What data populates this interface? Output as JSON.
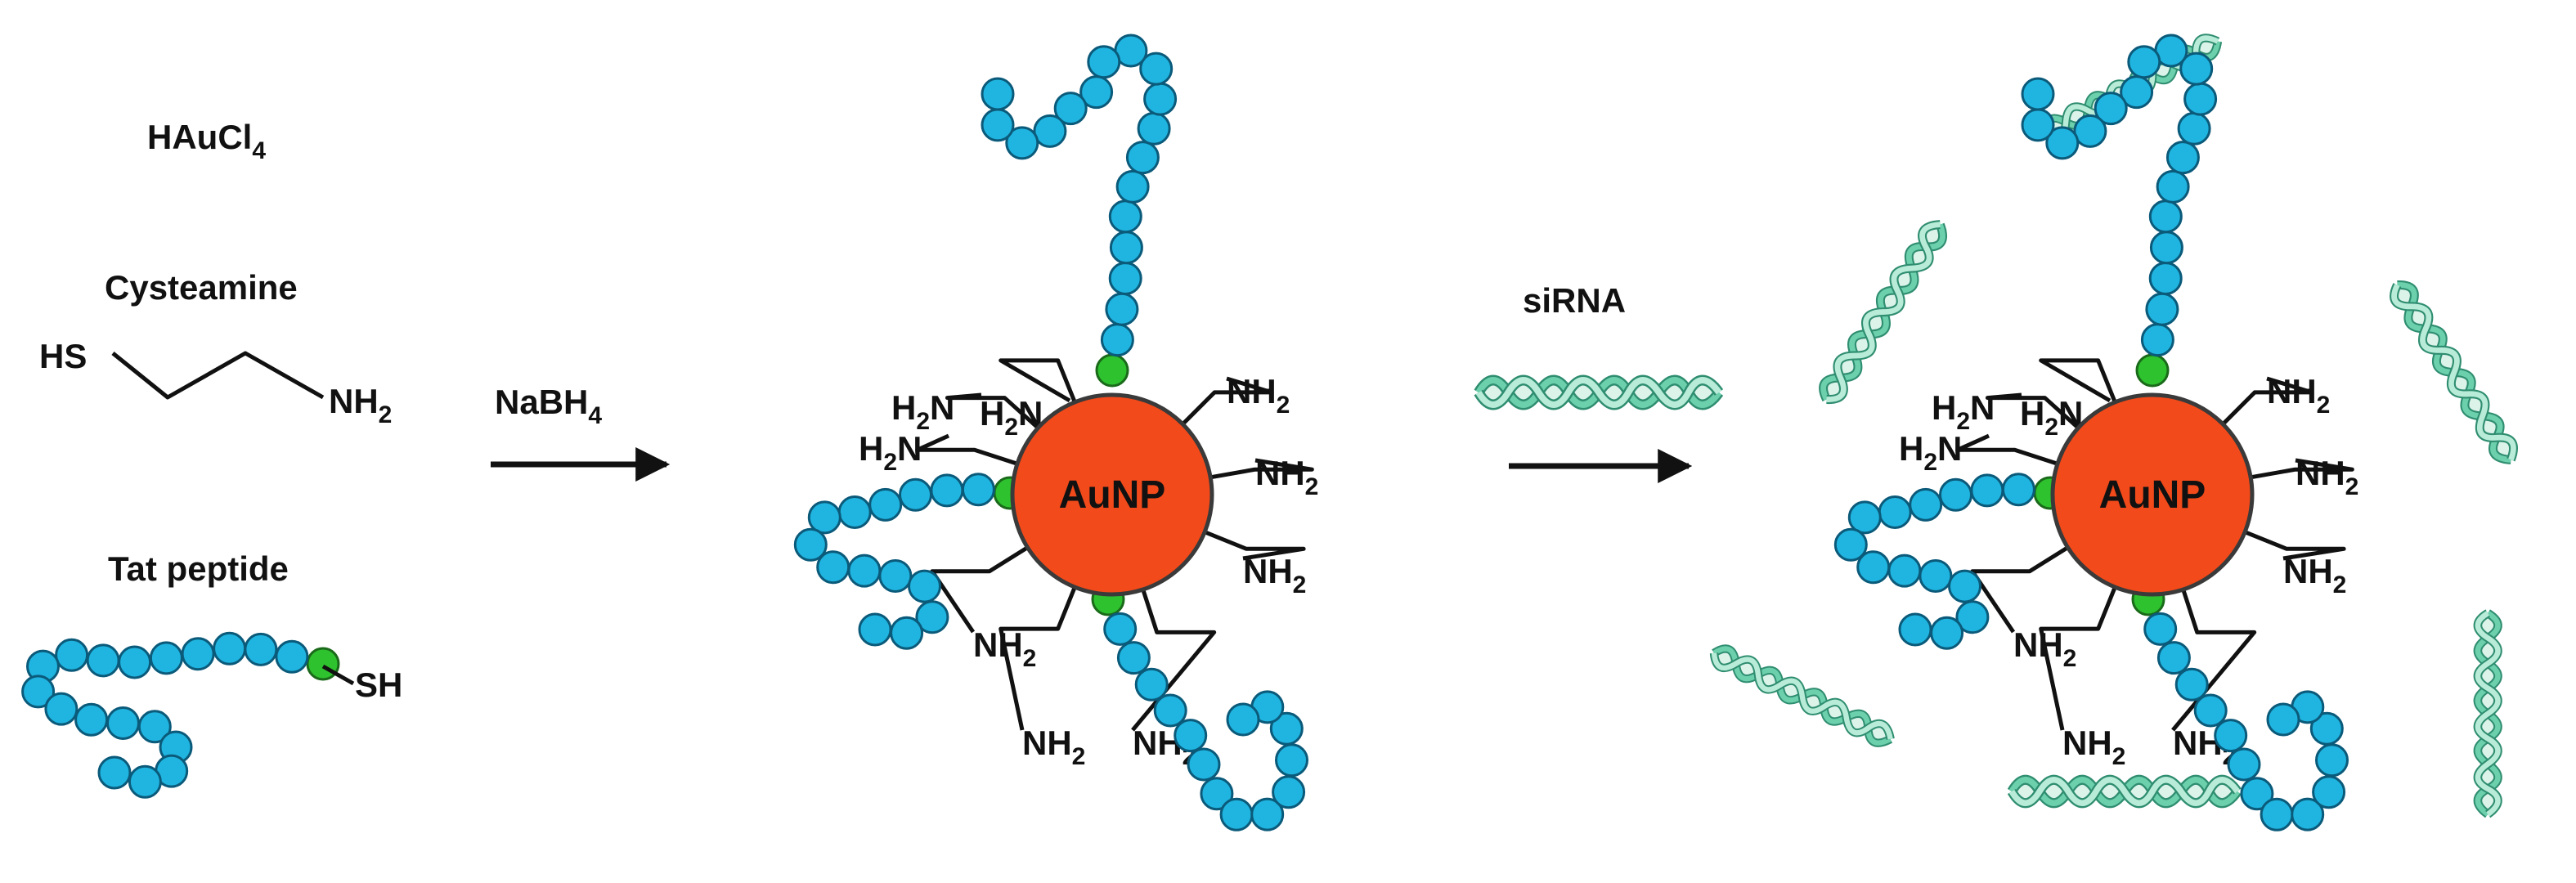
{
  "reagents": {
    "gold_salt": {
      "main": "HAuCl",
      "sub": "4"
    },
    "cysteamine": {
      "title": "Cysteamine",
      "thiol": "HS",
      "amine": {
        "main": "NH",
        "sub": "2"
      }
    },
    "tat": {
      "title": "Tat peptide",
      "thiol": "SH"
    }
  },
  "step1": {
    "reducer": {
      "main": "NaBH",
      "sub": "4"
    }
  },
  "step2": {
    "label": "siRNA"
  },
  "nanoparticle": {
    "label": "AuNP"
  },
  "amine_label": {
    "main": "NH",
    "sub": "2"
  },
  "amine_label_left": {
    "pre": "H",
    "sub": "2",
    "post": "N"
  },
  "colors": {
    "bead": "#1fb5e0",
    "bead_stroke": "#0b5a7a",
    "linker": "#2ec22e",
    "particle": "#f24a1a",
    "particle_stroke": "#3a3a3a",
    "helix": "#5bbf9e",
    "helix_light": "#d8f2e8",
    "ink": "#111111"
  },
  "icons": [
    "gold-nanoparticle-icon",
    "peptide-bead-chain-icon",
    "sirna-helix-icon",
    "reaction-arrow-icon"
  ]
}
